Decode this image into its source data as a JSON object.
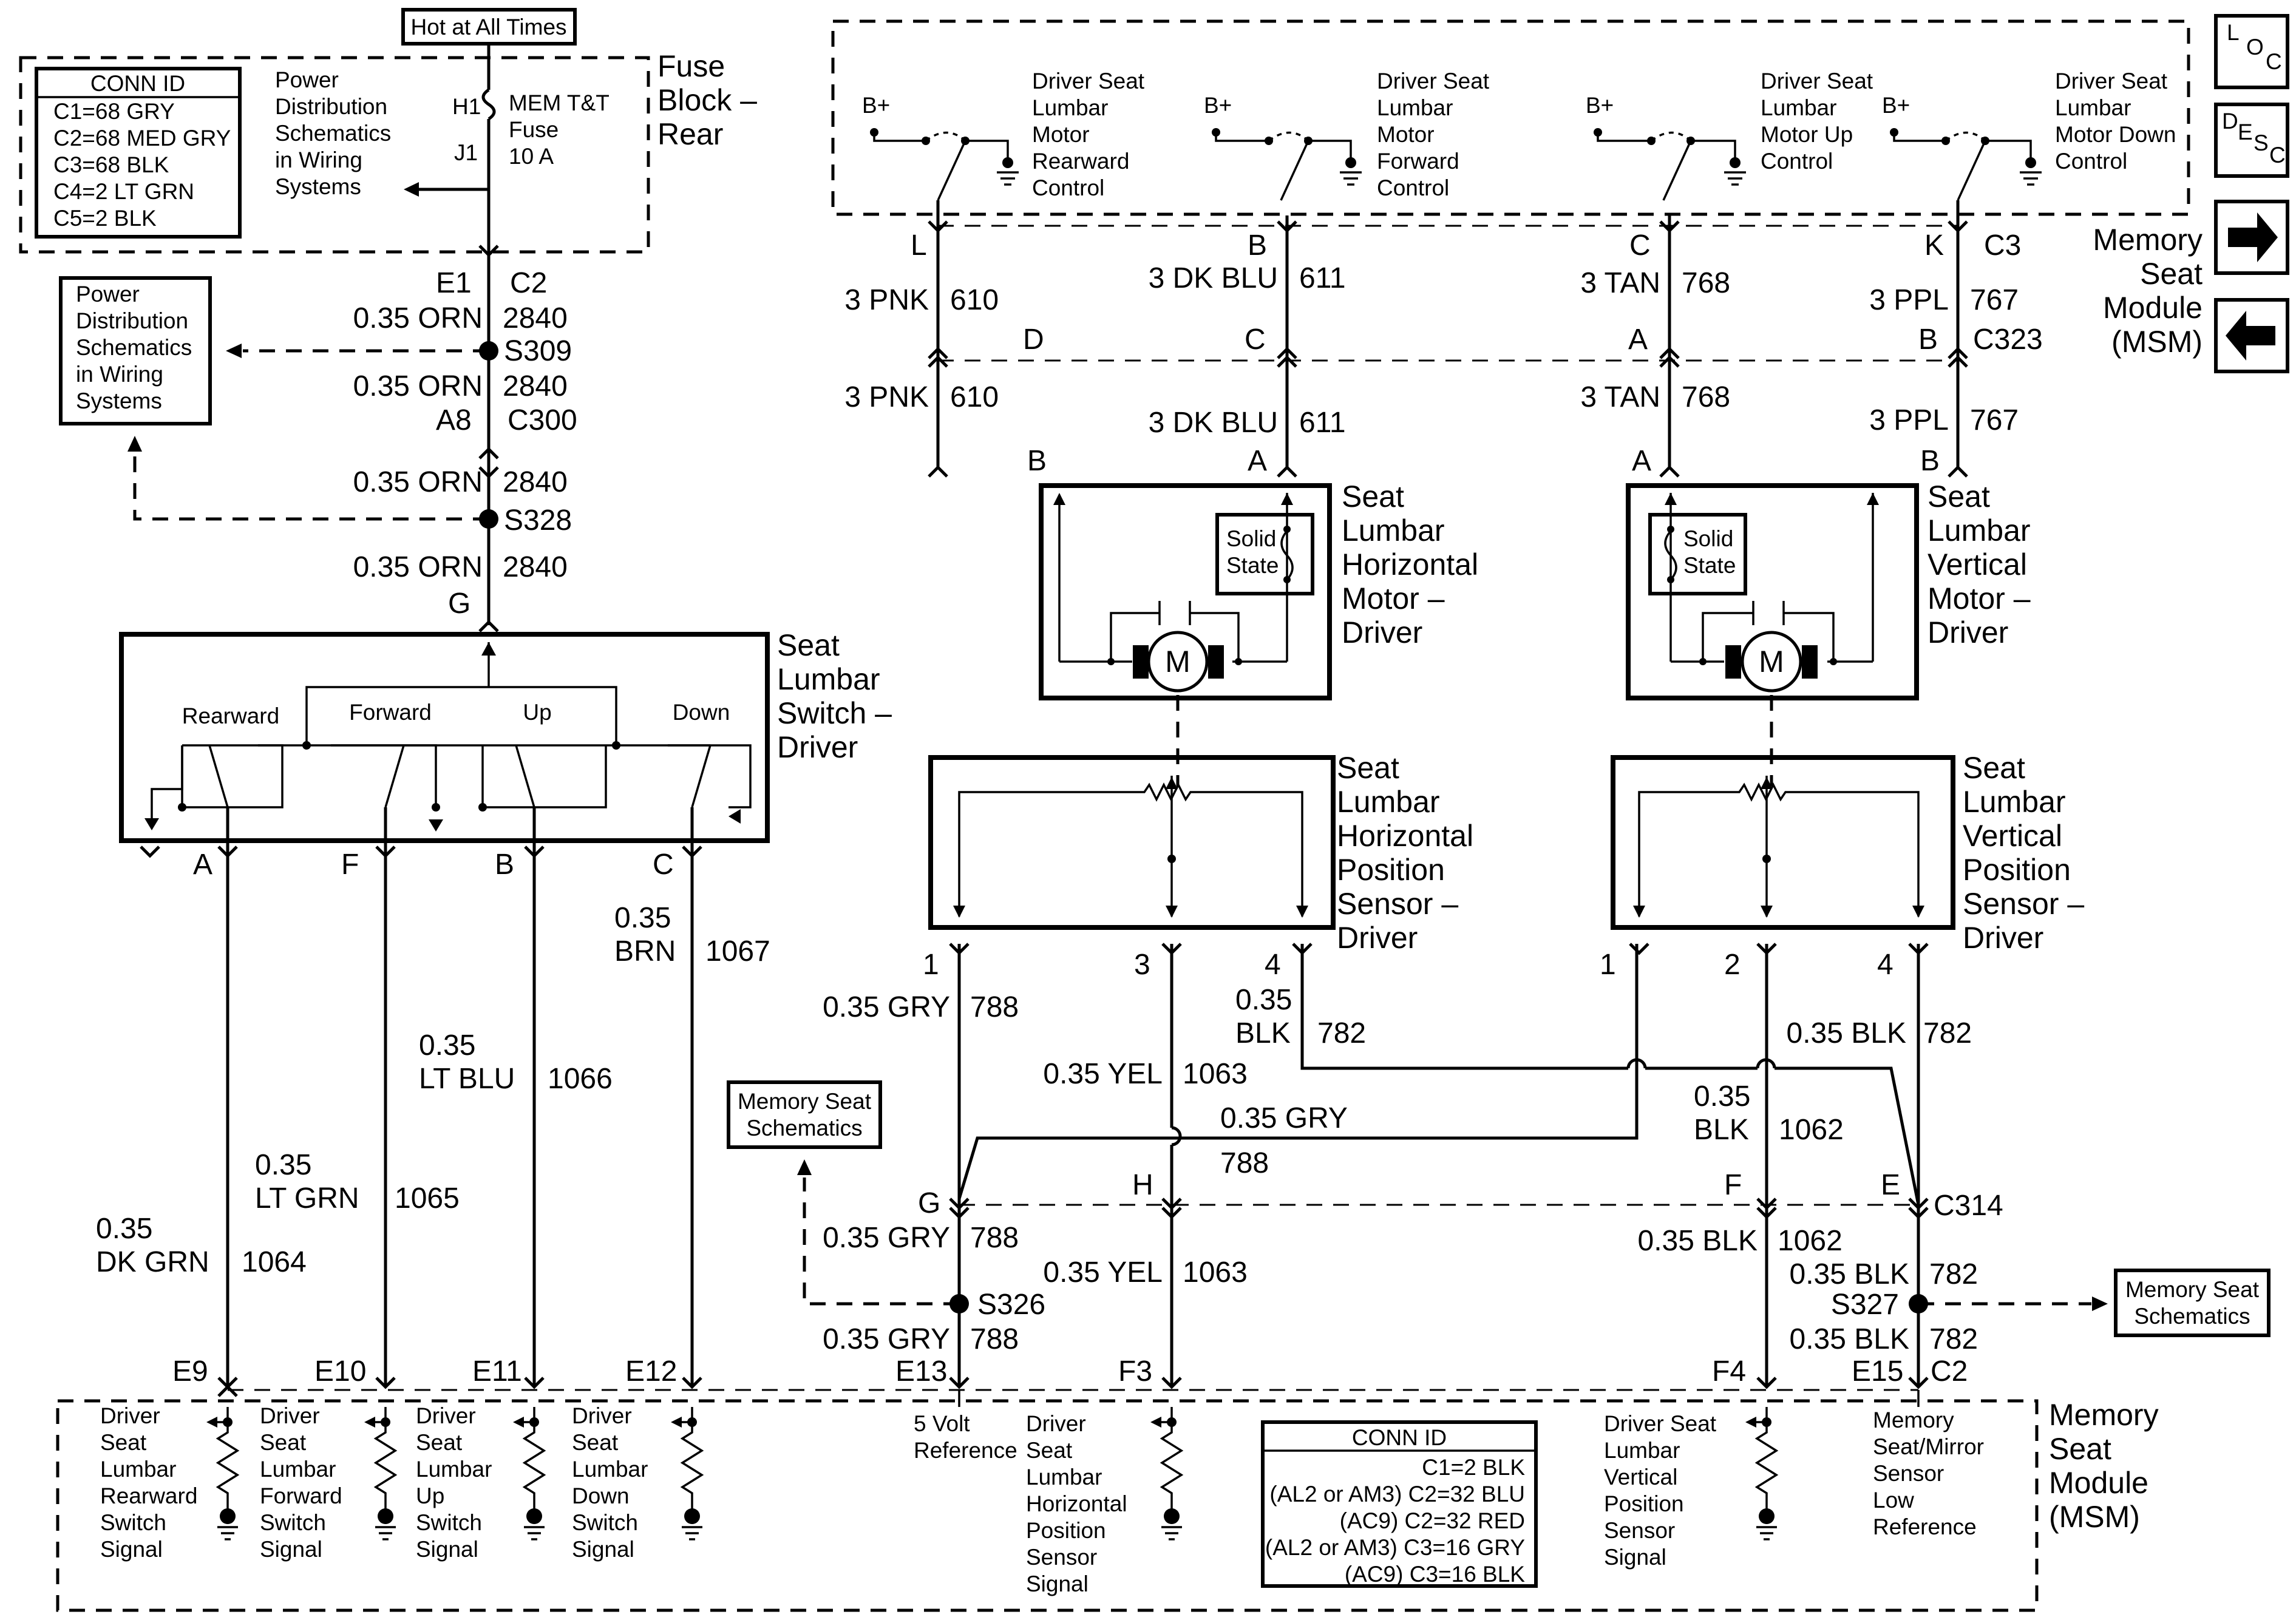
{
  "fuse_block": {
    "hot_label": "Hot at All Times",
    "title_lines": [
      "Fuse",
      "Block –",
      "Rear"
    ],
    "fuse_lines": [
      "MEM T&T",
      "Fuse",
      "10 A"
    ],
    "h1": "H1",
    "j1": "J1",
    "power_lines": [
      "Power",
      "Distribution",
      "Schematics",
      "in Wiring",
      "Systems"
    ]
  },
  "conn_id_left": {
    "title": "CONN ID",
    "lines": [
      "C1=68 GRY",
      "C2=68 MED GRY",
      "C3=68 BLK",
      "C4=2 LT GRN",
      "C5=2 BLK"
    ]
  },
  "power_box": {
    "lines": [
      "Power",
      "Distribution",
      "Schematics",
      "in Wiring",
      "Systems"
    ]
  },
  "feed": {
    "e1": "E1",
    "c2": "C2",
    "wire_a": "0.35 ORN",
    "circuit_a": "2840",
    "s309": "S309",
    "wire_b": "0.35 ORN",
    "circuit_b": "2840",
    "a8": "A8",
    "c300": "C300",
    "wire_c": "0.35 ORN",
    "circuit_c": "2840",
    "s328": "S328",
    "wire_d": "0.35 ORN",
    "circuit_d": "2840",
    "g": "G"
  },
  "switch": {
    "title_lines": [
      "Seat",
      "Lumbar",
      "Switch –",
      "Driver"
    ],
    "labels": [
      "Rearward",
      "Forward",
      "Up",
      "Down"
    ],
    "pins": [
      "A",
      "F",
      "B",
      "C"
    ]
  },
  "switch_wires": [
    {
      "size": "0.35",
      "color": "DK GRN",
      "circuit": "1064",
      "pin": "E9"
    },
    {
      "size": "0.35",
      "color": "LT GRN",
      "circuit": "1065",
      "pin": "E10"
    },
    {
      "size": "0.35",
      "color": "LT BLU",
      "circuit": "1066",
      "pin": "E11"
    },
    {
      "size": "0.35",
      "color": "BRN",
      "circuit": "1067",
      "pin": "E12"
    }
  ],
  "msm_top": {
    "title_lines": [
      "Memory",
      "Seat",
      "Module",
      "(MSM)"
    ],
    "bplus": "B+",
    "controls": [
      [
        "Driver Seat",
        "Lumbar",
        "Motor",
        "Rearward",
        "Control"
      ],
      [
        "Driver Seat",
        "Lumbar",
        "Motor",
        "Forward",
        "Control"
      ],
      [
        "Driver Seat",
        "Lumbar",
        "Motor Up",
        "Control"
      ],
      [
        "Driver Seat",
        "Lumbar",
        "Motor Down",
        "Control"
      ]
    ],
    "pins": [
      "L",
      "B",
      "C",
      "K"
    ],
    "c3": "C3"
  },
  "motor_wires": [
    {
      "wire": "3 PNK",
      "circuit": "610",
      "c323_pin": "D",
      "motor_pin": "B"
    },
    {
      "wire": "3 DK BLU",
      "circuit": "611",
      "c323_pin": "C",
      "motor_pin": "A"
    },
    {
      "wire": "3 TAN",
      "circuit": "768",
      "c323_pin": "A",
      "motor_pin": "A"
    },
    {
      "wire": "3 PPL",
      "circuit": "767",
      "c323_pin": "B",
      "motor_pin": "B"
    }
  ],
  "c323": "C323",
  "motor_h": {
    "title_lines": [
      "Seat",
      "Lumbar",
      "Horizontal",
      "Motor –",
      "Driver"
    ],
    "solid_state": [
      "Solid",
      "State"
    ],
    "m": "M"
  },
  "motor_v": {
    "title_lines": [
      "Seat",
      "Lumbar",
      "Vertical",
      "Motor –",
      "Driver"
    ],
    "solid_state": [
      "Solid",
      "State"
    ],
    "m": "M"
  },
  "sensor_h": {
    "title_lines": [
      "Seat",
      "Lumbar",
      "Horizontal",
      "Position",
      "Sensor –",
      "Driver"
    ],
    "pins": [
      "1",
      "3",
      "4"
    ]
  },
  "sensor_v": {
    "title_lines": [
      "Seat",
      "Lumbar",
      "Vertical",
      "Position",
      "Sensor –",
      "Driver"
    ],
    "pins": [
      "1",
      "2",
      "4"
    ]
  },
  "sensor_wires": {
    "gry_788": "0.35 GRY",
    "c788": "788",
    "yel": "0.35 YEL",
    "c1063": "1063",
    "blk_size": "0.35",
    "blk": "BLK",
    "c782": "782",
    "blk_782_right": "0.35 BLK",
    "c782b": "782",
    "gry_cross": "0.35 GRY",
    "c788b": "788",
    "blk1062_size": "0.35",
    "blk1062": "BLK",
    "c1062": "1062"
  },
  "c314": {
    "pins": [
      "G",
      "H",
      "F",
      "E"
    ],
    "name": "C314",
    "gry": "0.35 GRY",
    "c788": "788",
    "yel": "0.35 YEL",
    "c1063": "1063",
    "blk": "0.35 BLK",
    "c1062": "1062",
    "blk782": "0.35 BLK",
    "c782": "782",
    "s326": "S326",
    "s327": "S327",
    "gry2": "0.35 GRY",
    "c788b": "788",
    "blk782b": "0.35 BLK",
    "c782b": "782"
  },
  "memory_seat_box": {
    "lines": [
      "Memory Seat",
      "Schematics"
    ]
  },
  "memory_seat_box_right": {
    "lines": [
      "Memory Seat",
      "Schematics"
    ]
  },
  "msm_bottom": {
    "title_lines": [
      "Memory",
      "Seat",
      "Module",
      "(MSM)"
    ],
    "pins": [
      "E9",
      "E10",
      "E11",
      "E12",
      "E13",
      "F3",
      "F4",
      "E15",
      "C2"
    ],
    "signals": [
      [
        "Driver",
        "Seat",
        "Lumbar",
        "Rearward",
        "Switch",
        "Signal"
      ],
      [
        "Driver",
        "Seat",
        "Lumbar",
        "Forward",
        "Switch",
        "Signal"
      ],
      [
        "Driver",
        "Seat",
        "Lumbar",
        "Up",
        "Switch",
        "Signal"
      ],
      [
        "Driver",
        "Seat",
        "Lumbar",
        "Down",
        "Switch",
        "Signal"
      ]
    ],
    "five_volt": [
      "5 Volt",
      "Reference"
    ],
    "horiz_signal": [
      "Driver",
      "Seat",
      "Lumbar",
      "Horizontal",
      "Position",
      "Sensor",
      "Signal"
    ],
    "vert_signal": [
      "Driver Seat",
      "Lumbar",
      "Vertical",
      "Position",
      "Sensor",
      "Signal"
    ],
    "low_ref": [
      "Memory",
      "Seat/Mirror",
      "Sensor",
      "Low",
      "Reference"
    ]
  },
  "conn_id_bottom": {
    "title": "CONN ID",
    "lines": [
      "C1=2 BLK",
      "(AL2 or AM3) C2=32 BLU",
      "(AC9) C2=32 RED",
      "(AL2 or AM3) C3=16 GRY",
      "(AC9) C3=16 BLK"
    ]
  },
  "icons": {
    "loc_l": "L",
    "loc_o": "O",
    "loc_c": "C",
    "desc_d": "D",
    "desc_e": "E",
    "desc_s": "S",
    "desc_c": "C"
  }
}
